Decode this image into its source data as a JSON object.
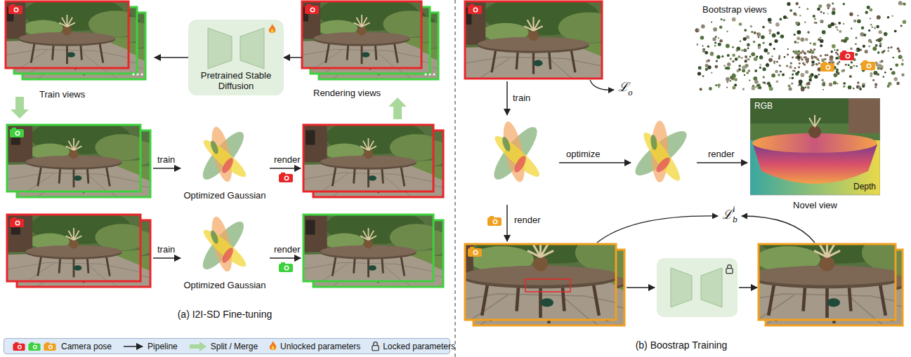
{
  "diagram": {
    "nodes": [
      {
        "text": [
          "Train views"
        ]
      },
      {
        "text": [
          "Pretrained Stable Diffusion"
        ]
      },
      {
        "text": [
          "Rendering views"
        ]
      },
      {
        "text": [
          "Optimized Gaussian"
        ]
      },
      {
        "text": [
          "Optimized Gaussian"
        ]
      },
      {
        "text": [
          "Bootstrap views"
        ]
      },
      {
        "text": [
          "RGB",
          "Depth",
          "Novel view"
        ]
      }
    ],
    "edges": [
      {
        "from": 2,
        "to": 1,
        "arrow": "to"
      },
      {
        "from": 1,
        "to": 0,
        "arrow": "to"
      }
    ],
    "labels": [
      "train",
      "render",
      "train",
      "render",
      "(a) I2I-SD Fine-tuning",
      "train",
      "ℒ",
      "o",
      "optimize",
      "render",
      "render",
      "ℒ",
      "i",
      "b",
      "(b) Boostrap Training"
    ],
    "legend": [
      {
        "text": "Camera pose"
      },
      {
        "text": "Pipeline"
      },
      {
        "text": "Split / Merge"
      },
      {
        "text": "Unlocked parameters"
      },
      {
        "text": "Locked parameters"
      }
    ]
  }
}
